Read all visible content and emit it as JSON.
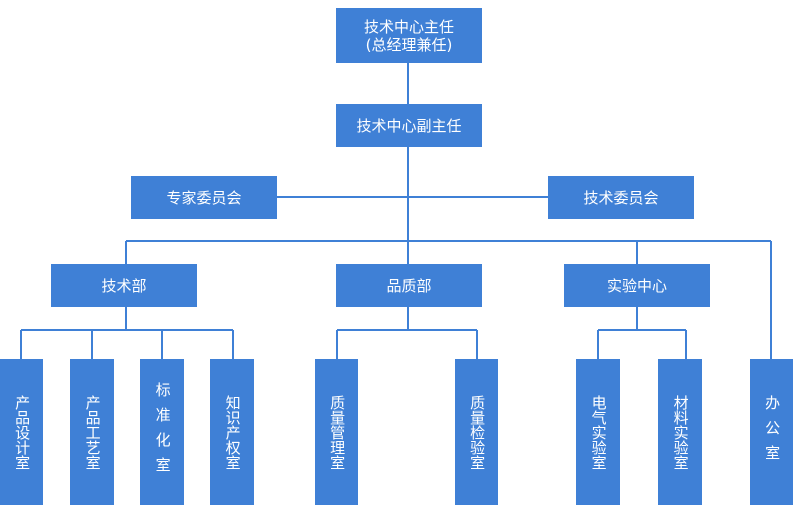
{
  "org_chart": {
    "director": {
      "line1": "技术中心主任",
      "line2": "(总经理兼任)"
    },
    "deputy_director": "技术中心副主任",
    "committees": {
      "left": "专家委员会",
      "right": "技术委员会"
    },
    "departments": {
      "tech": "技术部",
      "quality": "品质部",
      "lab": "实验中心"
    },
    "units": {
      "product_design": "产品设计室",
      "product_process": "产品工艺室",
      "standardization": "标准化室",
      "intellectual_property": "知识产权室",
      "quality_management": "质量管理室",
      "quality_inspection": "质量检验室",
      "electrical_lab": "电气实验室",
      "materials_lab": "材料实验室",
      "office": "办公室"
    },
    "colors": {
      "box": "#3f80d6",
      "line": "#3f80d6",
      "text": "#ffffff"
    }
  }
}
